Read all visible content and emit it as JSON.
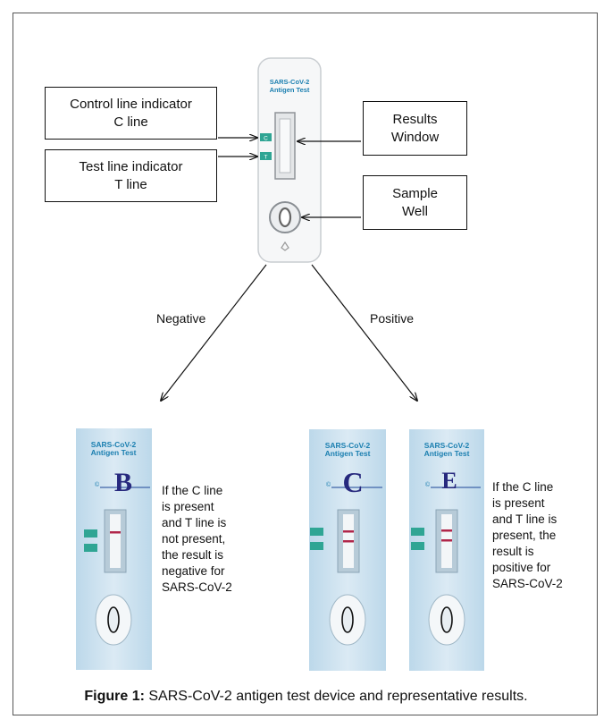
{
  "device": {
    "brand_line1": "SARS-CoV-2",
    "brand_line2": "Antigen Test",
    "c_mark": "C",
    "t_mark": "T",
    "well_symbol": "0"
  },
  "labels": {
    "control": {
      "line1": "Control line indicator",
      "line2": "C line"
    },
    "test": {
      "line1": "Test line indicator",
      "line2": "T line"
    },
    "results": {
      "line1": "Results",
      "line2": "Window"
    },
    "sample": {
      "line1": "Sample",
      "line2": "Well"
    }
  },
  "branches": {
    "negative": "Negative",
    "positive": "Positive"
  },
  "strips": [
    {
      "id": "B",
      "handwritten": "B",
      "brand_line1": "SARS-CoV-2",
      "brand_line2": "Antigen Test",
      "c_line": true,
      "t_line": false
    },
    {
      "id": "C",
      "handwritten": "C",
      "brand_line1": "SARS-CoV-2",
      "brand_line2": "Antigen Test",
      "c_line": true,
      "t_line": true
    },
    {
      "id": "E",
      "handwritten": "E",
      "brand_line1": "SARS-CoV-2",
      "brand_line2": "Antigen Test",
      "c_line": true,
      "t_line": true
    }
  ],
  "negative_text": [
    "If the C line",
    "is present",
    "and T line is",
    "not present,",
    "the result is",
    "negative for",
    "SARS-CoV-2"
  ],
  "positive_text": [
    "If the C line",
    "is present",
    "and T line is",
    "present, the",
    "result is",
    "positive for",
    "SARS-CoV-2"
  ],
  "caption": {
    "bold": "Figure 1:",
    "text": " SARS-CoV-2 antigen test device and representative results."
  },
  "colors": {
    "strip_blue": "#1b7fb0",
    "marker_teal": "#2fa594",
    "strip_bg": "#cfe3ef",
    "line_red": "#b0264a"
  }
}
